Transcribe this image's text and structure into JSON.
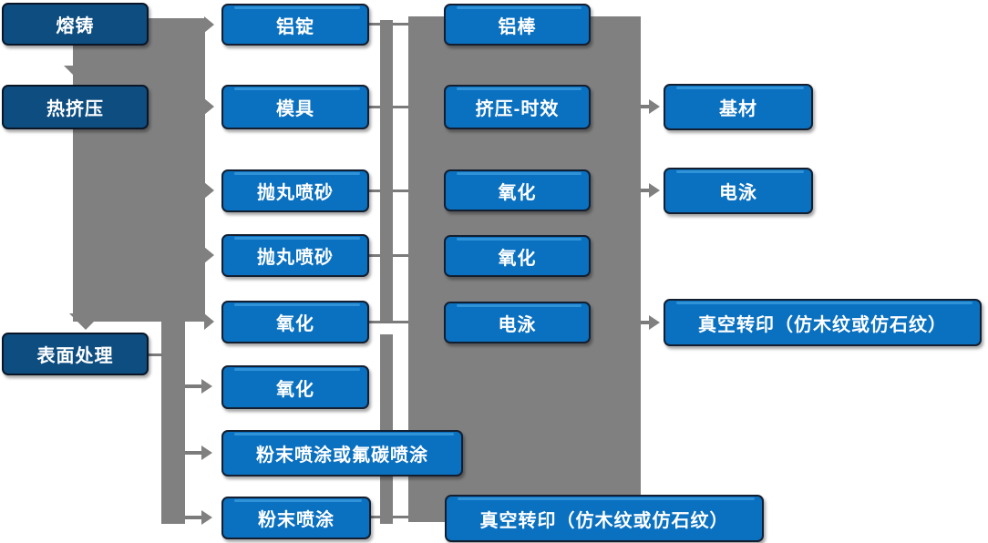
{
  "flowchart": {
    "title": "",
    "columns": {
      "stages": [
        {
          "label": "熔铸"
        },
        {
          "label": "热挤压"
        },
        {
          "label": "表面处理"
        }
      ],
      "preparation": [
        {
          "label": "铝锭"
        },
        {
          "label": "模具"
        },
        {
          "label": "抛丸喷砂"
        },
        {
          "label": "抛丸喷砂"
        },
        {
          "label": "氧化"
        },
        {
          "label": "氧化"
        },
        {
          "label": "粉末喷涂或氟碳喷涂"
        },
        {
          "label": "粉末喷涂"
        }
      ],
      "processing": [
        {
          "label": "铝棒"
        },
        {
          "label": "挤压-时效"
        },
        {
          "label": "氧化"
        },
        {
          "label": "氧化"
        },
        {
          "label": "电泳"
        },
        {
          "label": "真空转印（仿木纹或仿石纹）"
        }
      ],
      "finishes": [
        {
          "label": "基材"
        },
        {
          "label": "电泳"
        },
        {
          "label": "真空转印（仿木纹或仿石纹）"
        }
      ]
    },
    "colors": {
      "node_blue": "#0a70c0",
      "node_dark_blue": "#0d4d80",
      "node_border": "#131f30",
      "node_highlight": "#3093d8",
      "connector_gray": "#808080",
      "text_white": "#ffffff"
    }
  }
}
